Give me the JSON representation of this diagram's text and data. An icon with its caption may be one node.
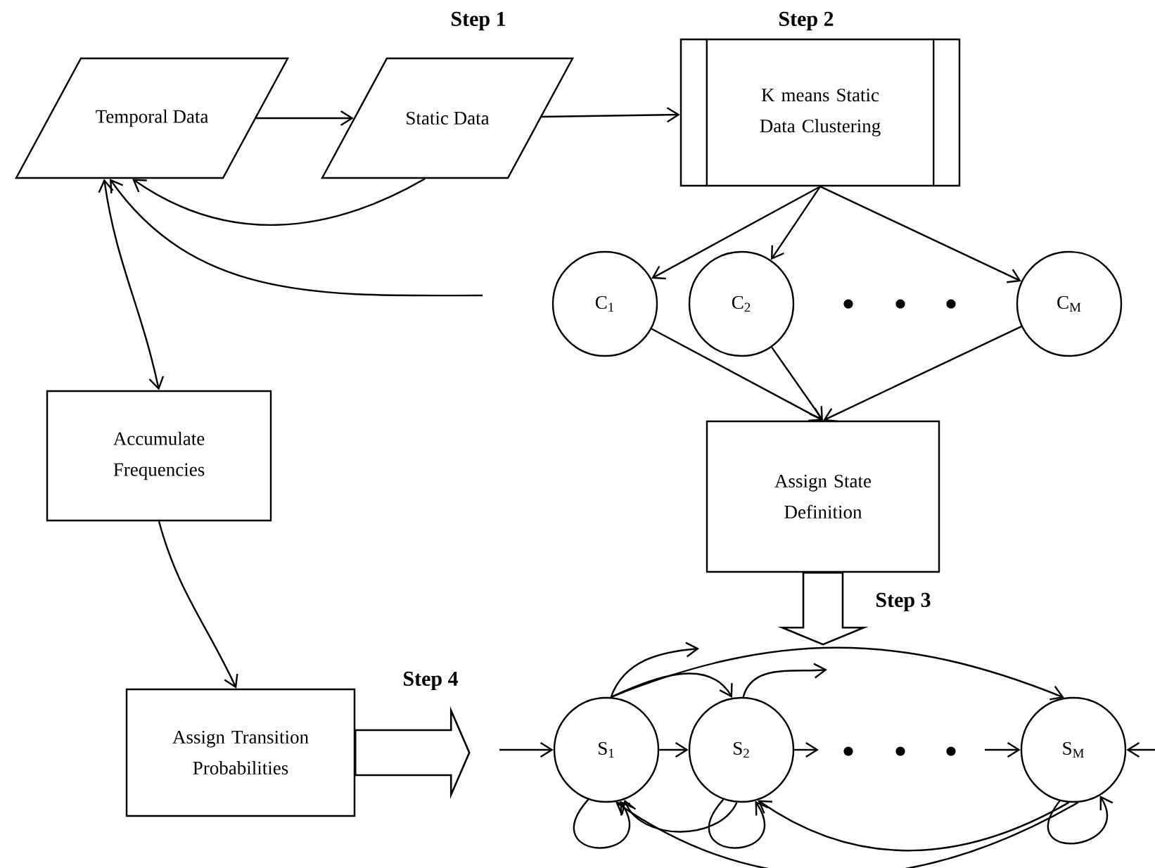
{
  "diagram": {
    "nodes": [
      {
        "text": [
          "Temporal  Data"
        ]
      },
      {
        "text": [
          "Static  Data"
        ]
      },
      {
        "text": [
          "K means Static Data Clustering"
        ]
      },
      {
        "text": [
          "C$_{1}$"
        ]
      },
      {
        "text": [
          "C$_{2}$"
        ]
      },
      {
        "text": [
          "C$_{M}$"
        ]
      },
      {
        "text": [
          "Assign State Definition"
        ]
      },
      {
        "text": [
          "Accumulate Frequencies"
        ]
      },
      {
        "text": [
          "Assign Transition Probabilities"
        ]
      },
      {
        "text": [
          "S$_{1}$"
        ]
      },
      {
        "text": [
          "S$_{2}$"
        ]
      },
      {
        "text": [
          "S$_{M}$"
        ]
      }
    ],
    "edges": [
      {
        "from": 0,
        "to": 1,
        "arrow": "to"
      },
      {
        "from": 1,
        "to": 2,
        "arrow": "to"
      },
      {
        "from": 1,
        "to": 0,
        "arrow": "to"
      },
      {
        "from": null,
        "to": 0,
        "arrow": "to"
      },
      {
        "from": 0,
        "to": 7,
        "arrow": "both"
      },
      {
        "from": 7,
        "to": 8,
        "arrow": "to"
      },
      {
        "from": 2,
        "to": 3,
        "arrow": "to"
      },
      {
        "from": 2,
        "to": 4,
        "arrow": "to"
      },
      {
        "from": 2,
        "to": 5,
        "arrow": "to"
      },
      {
        "from": 3,
        "to": 6,
        "arrow": "to"
      },
      {
        "from": 4,
        "to": 6,
        "arrow": "to"
      },
      {
        "from": 5,
        "to": 6,
        "arrow": "to"
      },
      {
        "from": 8,
        "to": null,
        "arrow": "to",
        "label": "Step 4",
        "style": "thick"
      },
      {
        "from": 6,
        "to": null,
        "arrow": "to",
        "label": "Step 3",
        "style": "thick"
      },
      {
        "from": null,
        "to": 9,
        "arrow": "to"
      },
      {
        "from": 9,
        "to": 10,
        "arrow": "to"
      },
      {
        "from": 10,
        "to": null,
        "arrow": "to"
      },
      {
        "from": null,
        "to": 11,
        "arrow": "to"
      },
      {
        "from": null,
        "to": 11,
        "arrow": "to"
      },
      {
        "from": 9,
        "to": 10,
        "arrow": "to"
      },
      {
        "from": 9,
        "to": 11,
        "arrow": "to"
      },
      {
        "from": 9,
        "to": null,
        "arrow": "to"
      },
      {
        "from": 10,
        "to": null,
        "arrow": "to"
      },
      {
        "from": 9,
        "to": 9,
        "arrow": "to"
      },
      {
        "from": 10,
        "to": 10,
        "arrow": "to"
      },
      {
        "from": 11,
        "to": 11,
        "arrow": "to"
      },
      {
        "from": 10,
        "to": 9,
        "arrow": "to"
      },
      {
        "from": 11,
        "to": 10,
        "arrow": "to"
      },
      {
        "from": 11,
        "to": 9,
        "arrow": "to"
      }
    ],
    "labels": [
      "Step 1",
      "Step 2"
    ]
  }
}
